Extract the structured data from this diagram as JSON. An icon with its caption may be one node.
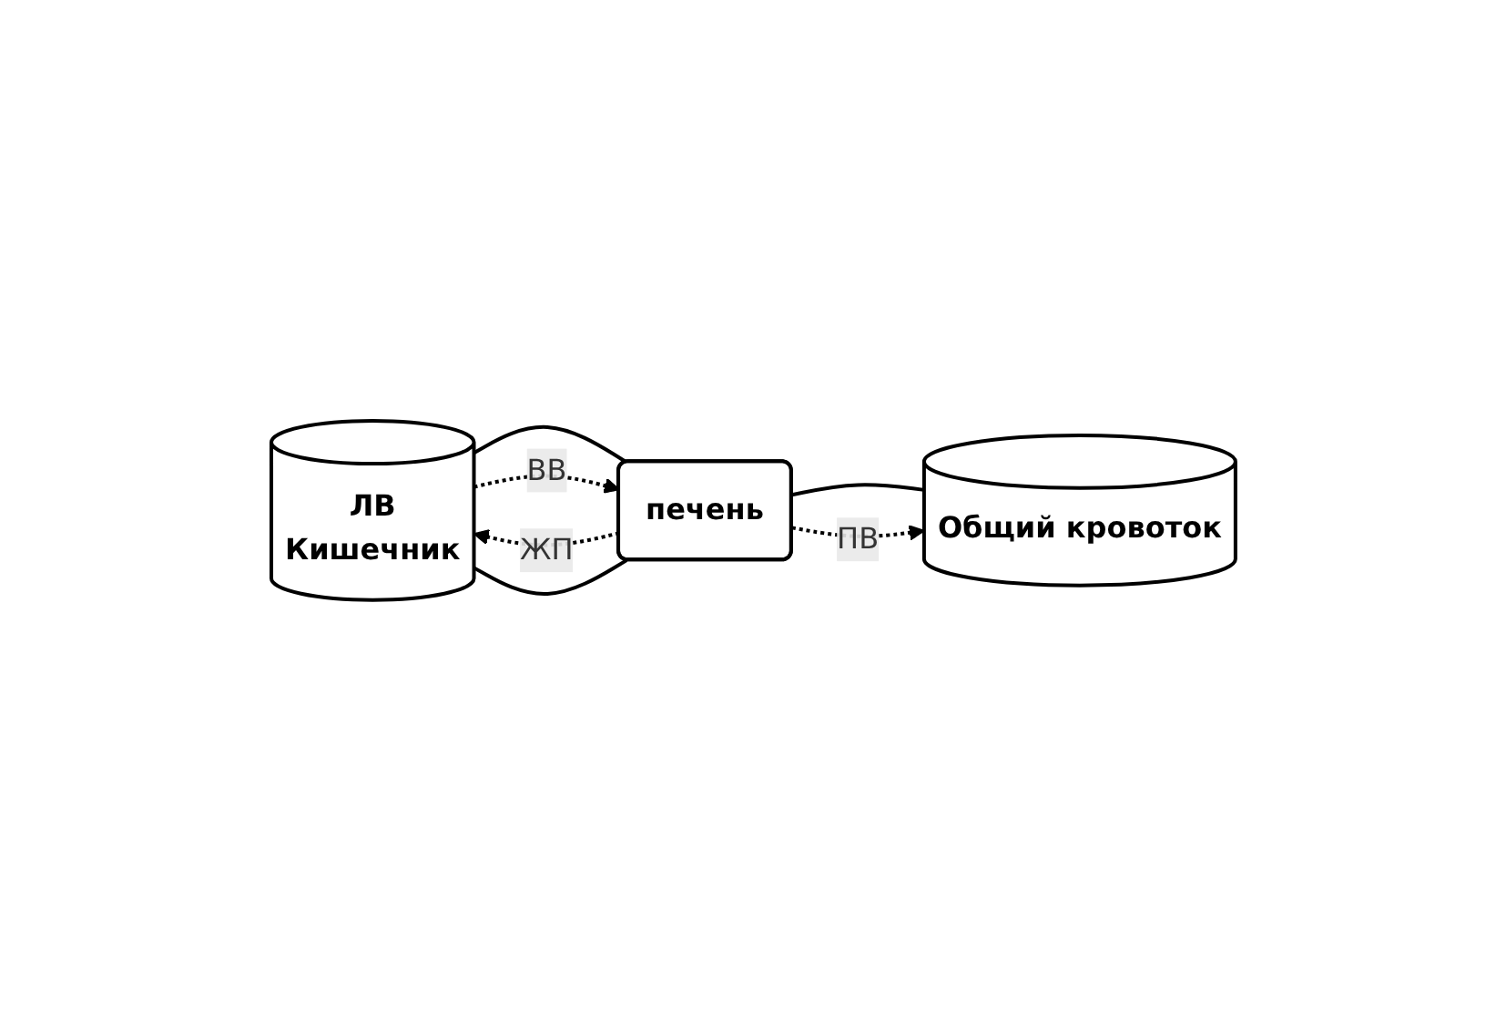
{
  "diagram": {
    "nodes": [
      {
        "text": [
          "ЛВ",
          "Кишечник"
        ]
      },
      {
        "text": [
          "печень"
        ]
      },
      {
        "text": [
          "Общий кровоток"
        ]
      }
    ],
    "edges": [
      {
        "from": 0,
        "to": 1,
        "arrow": "none"
      },
      {
        "from": 0,
        "to": 1,
        "label": "ВВ",
        "arrow": "to",
        "style": "dashed"
      },
      {
        "from": 1,
        "to": 2,
        "arrow": "none"
      },
      {
        "from": 1,
        "to": 2,
        "label": "ПВ",
        "arrow": "to",
        "style": "dashed"
      },
      {
        "from": 1,
        "to": 0,
        "label": "ЖП",
        "arrow": "to",
        "style": "dashed"
      },
      {
        "from": 1,
        "to": 0,
        "arrow": "none"
      }
    ]
  }
}
